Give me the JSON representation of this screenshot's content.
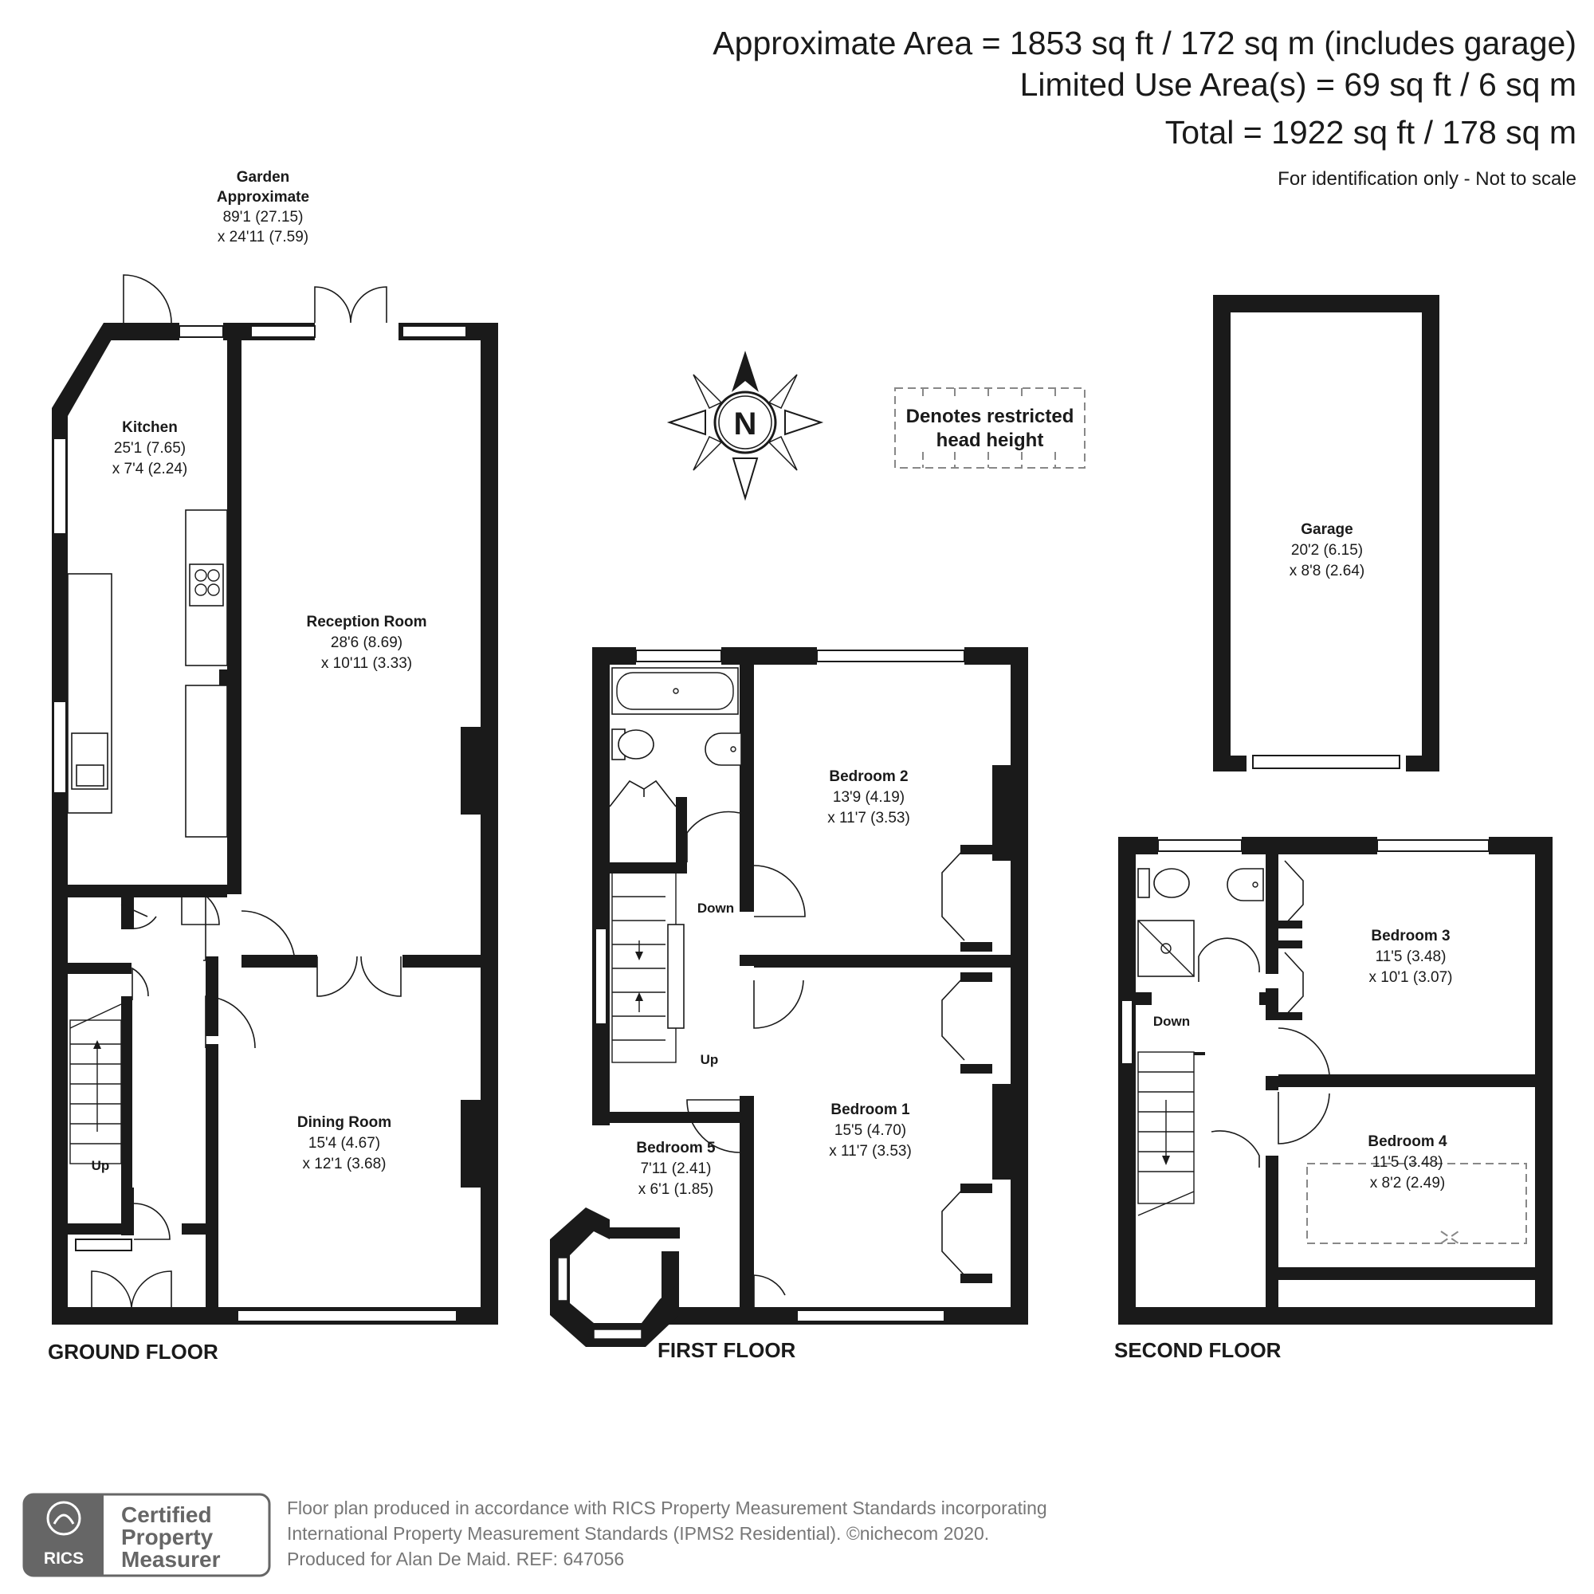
{
  "areas": {
    "approximate": "Approximate Area = 1853 sq ft / 172 sq m (includes garage)",
    "limited": "Limited Use Area(s) = 69 sq ft / 6 sq m",
    "total": "Total = 1922 sq ft / 178 sq m",
    "note": "For identification only - Not to scale"
  },
  "legend": {
    "line1": "Denotes restricted",
    "line2": "head height"
  },
  "compass": {
    "label": "N"
  },
  "garden": {
    "name": "Garden",
    "qualifier": "Approximate",
    "dim1": "89'1 (27.15)",
    "dim2": "x 24'11 (7.59)"
  },
  "floors": {
    "ground": {
      "label": "GROUND FLOOR",
      "stairs": "Up",
      "rooms": {
        "kitchen": {
          "name": "Kitchen",
          "dim1": "25'1 (7.65)",
          "dim2": "x 7'4 (2.24)"
        },
        "reception": {
          "name": "Reception Room",
          "dim1": "28'6 (8.69)",
          "dim2": "x 10'11 (3.33)"
        },
        "dining": {
          "name": "Dining Room",
          "dim1": "15'4 (4.67)",
          "dim2": "x 12'1 (3.68)"
        }
      }
    },
    "first": {
      "label": "FIRST FLOOR",
      "stairs_down": "Down",
      "stairs_up": "Up",
      "rooms": {
        "bedroom2": {
          "name": "Bedroom 2",
          "dim1": "13'9 (4.19)",
          "dim2": "x 11'7 (3.53)"
        },
        "bedroom1": {
          "name": "Bedroom 1",
          "dim1": "15'5 (4.70)",
          "dim2": "x 11'7 (3.53)"
        },
        "bedroom5": {
          "name": "Bedroom 5",
          "dim1": "7'11 (2.41)",
          "dim2": "x 6'1 (1.85)"
        }
      }
    },
    "second": {
      "label": "SECOND FLOOR",
      "stairs": "Down",
      "rooms": {
        "bedroom3": {
          "name": "Bedroom 3",
          "dim1": "11'5 (3.48)",
          "dim2": "x 10'1 (3.07)"
        },
        "bedroom4": {
          "name": "Bedroom 4",
          "dim1": "11'5 (3.48)",
          "dim2": "x 8'2 (2.49)"
        }
      }
    }
  },
  "garage": {
    "name": "Garage",
    "dim1": "20'2 (6.15)",
    "dim2": "x 8'8 (2.64)"
  },
  "footer": {
    "line1": "Floor plan produced in accordance with RICS Property Measurement Standards incorporating",
    "line2": "International Property Measurement Standards (IPMS2 Residential).   ©nichecom 2020.",
    "line3": "Produced for Alan De Maid.   REF: 647056"
  },
  "badge": {
    "org": "RICS",
    "line1": "Certified",
    "line2": "Property",
    "line3": "Measurer"
  },
  "colors": {
    "wall": "#1a1a1a",
    "footer_text": "#777777",
    "badge_dark": "#666666",
    "restricted_dash": "#888888"
  }
}
